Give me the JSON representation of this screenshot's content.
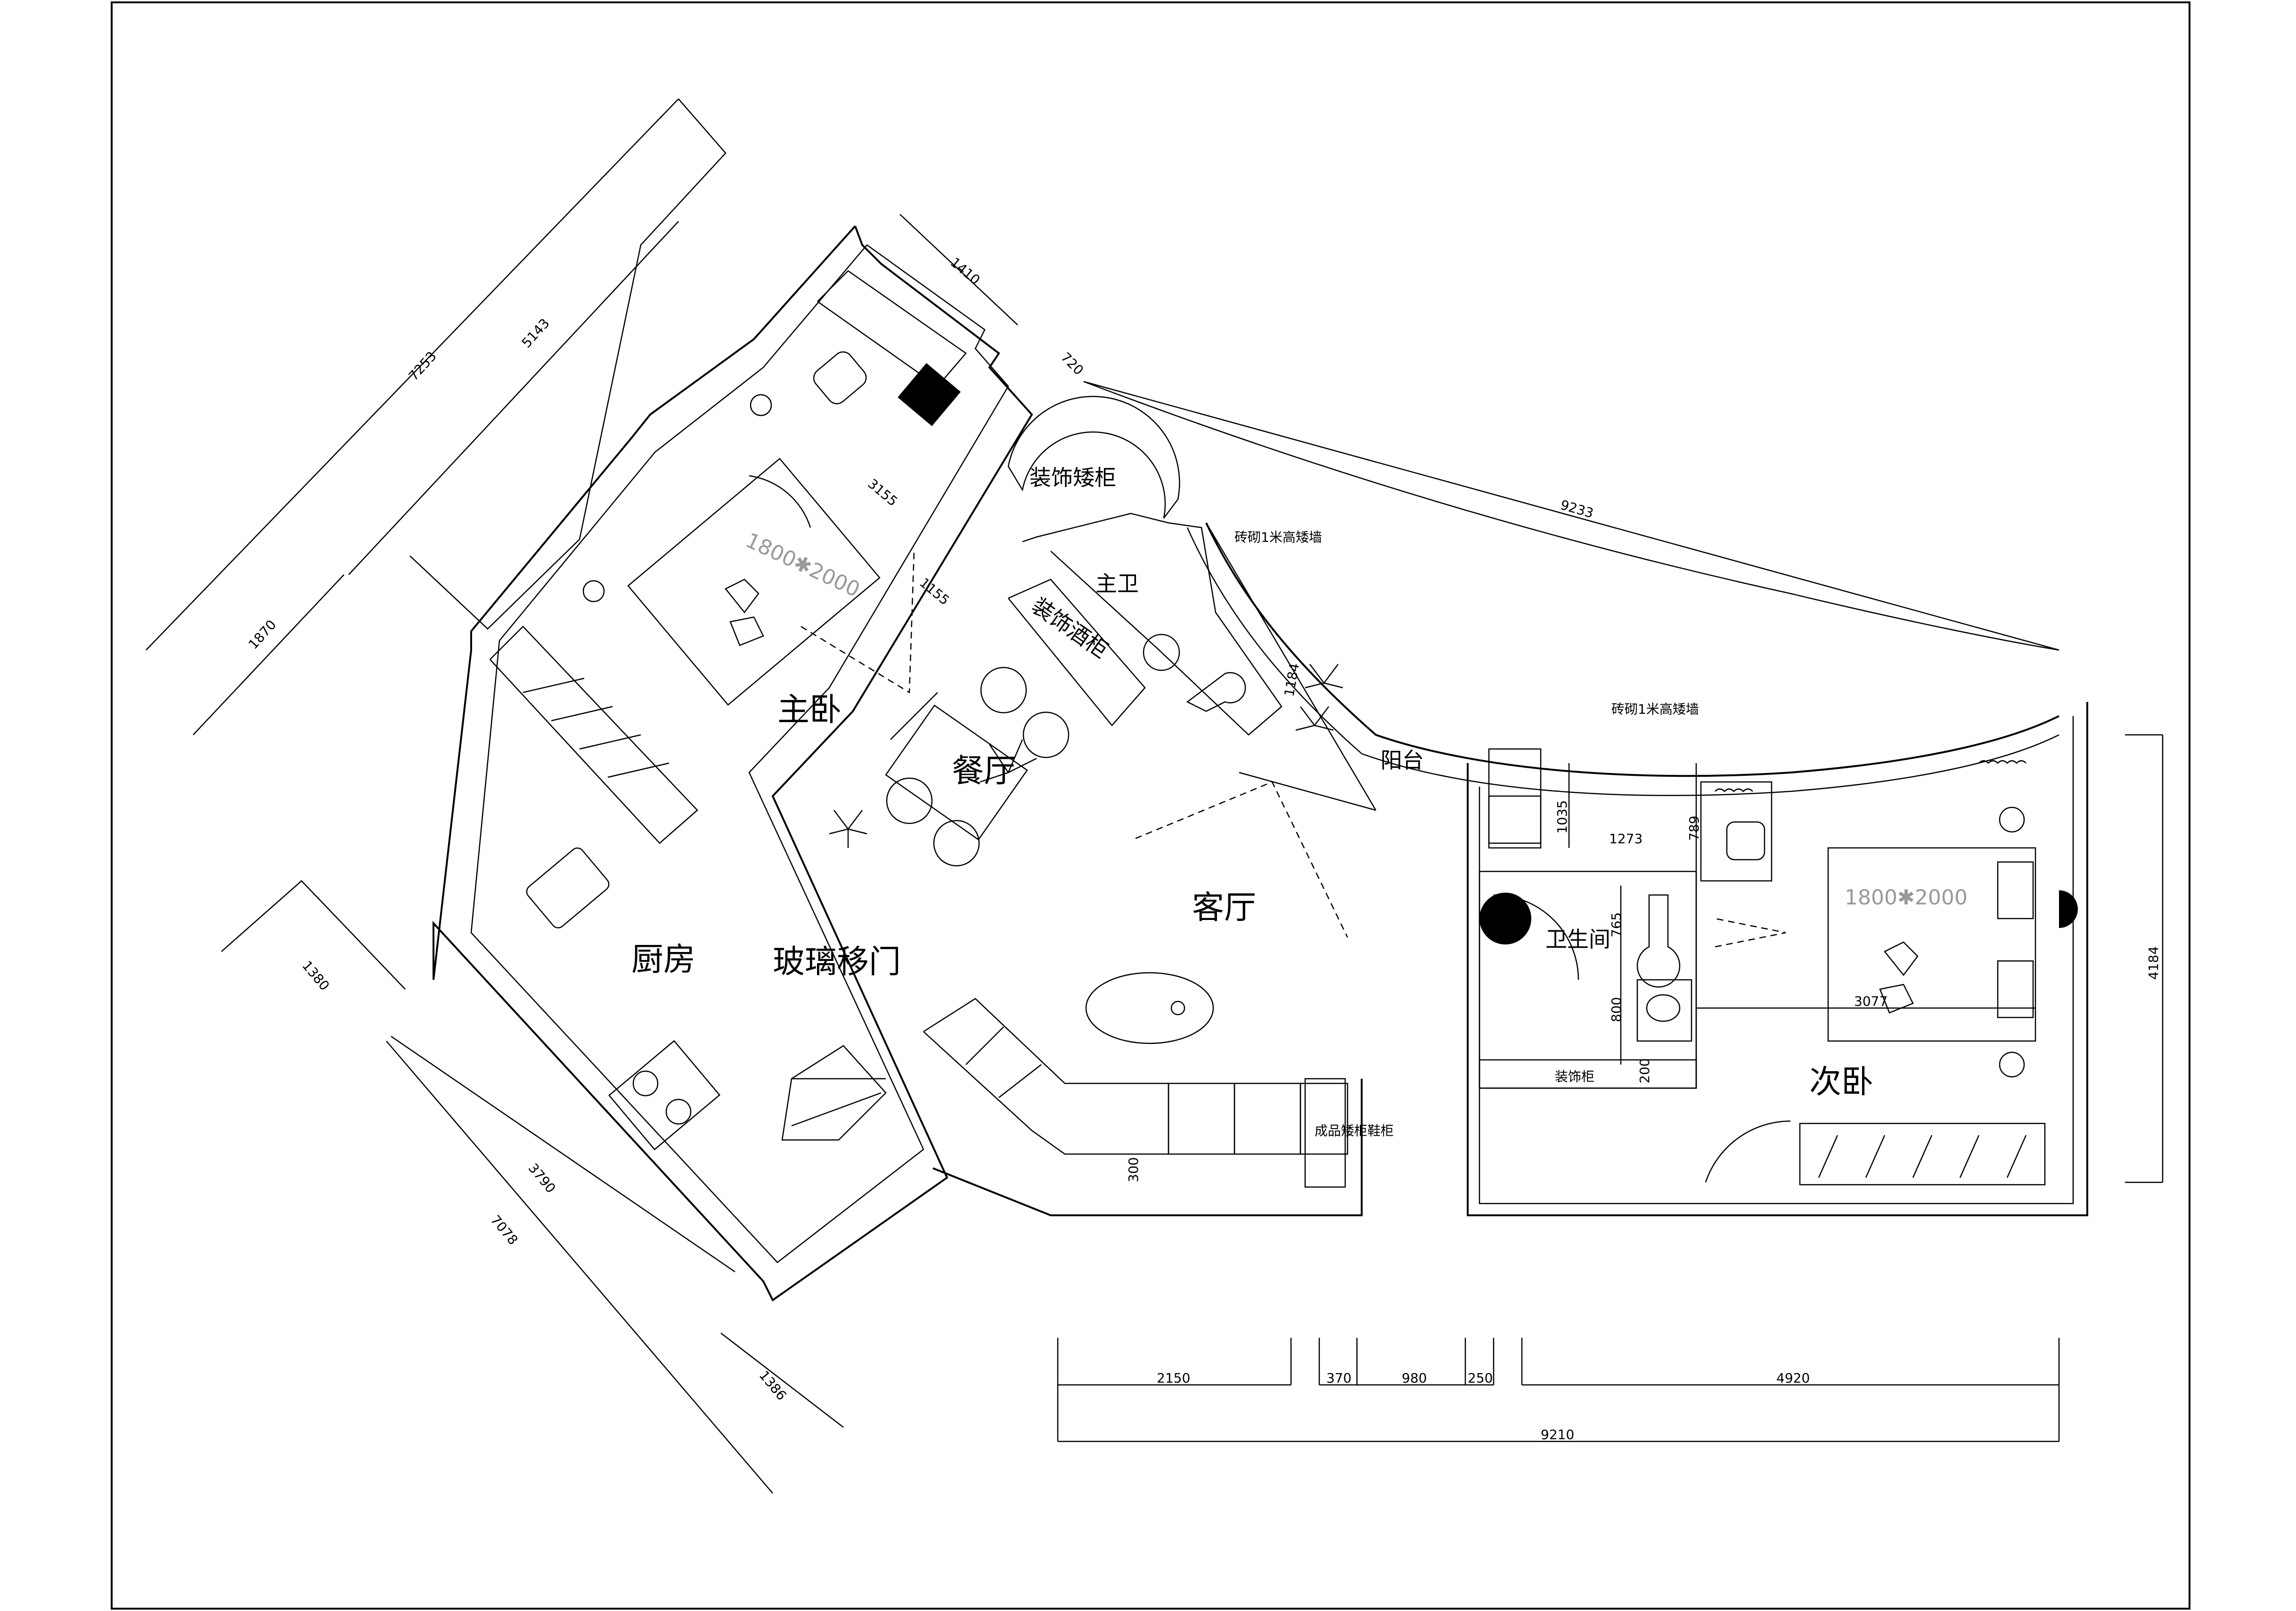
{
  "rooms": {
    "master_bedroom": "主卧",
    "dining": "餐厅",
    "living": "客厅",
    "kitchen": "厨房",
    "glass_door": "玻璃移门",
    "master_bath": "主卫",
    "balcony": "阳台",
    "bathroom": "卫生间",
    "second_bedroom": "次卧"
  },
  "labels": {
    "deco_low_cabinet": "装饰矮柜",
    "deco_wine_cabinet": "装饰酒柜",
    "deco_cabinet": "装饰柜",
    "shoe_cabinet": "成品矮柜鞋柜",
    "low_wall_1": "砖砌1米高矮墙",
    "low_wall_2": "砖砌1米高矮墙",
    "bed_size_1": "1800✱2000",
    "bed_size_2": "1800✱2000"
  },
  "dimensions": {
    "d7253": "7253",
    "d5143": "5143",
    "d1870": "1870",
    "d1410": "1410",
    "d720": "720",
    "d9233": "9233",
    "d3155": "3155",
    "d1155": "1155",
    "d1184": "1184",
    "d1035": "1035",
    "d1273": "1273",
    "d789": "789",
    "d765": "765",
    "d800": "800",
    "d200": "200",
    "d3077": "3077",
    "d4184": "4184",
    "d1380": "1380",
    "d3790": "3790",
    "d7078": "7078",
    "d1386": "1386",
    "d300": "300",
    "d2150": "2150",
    "d370": "370",
    "d980": "980",
    "d250": "250",
    "d4920": "4920",
    "d9210": "9210"
  }
}
